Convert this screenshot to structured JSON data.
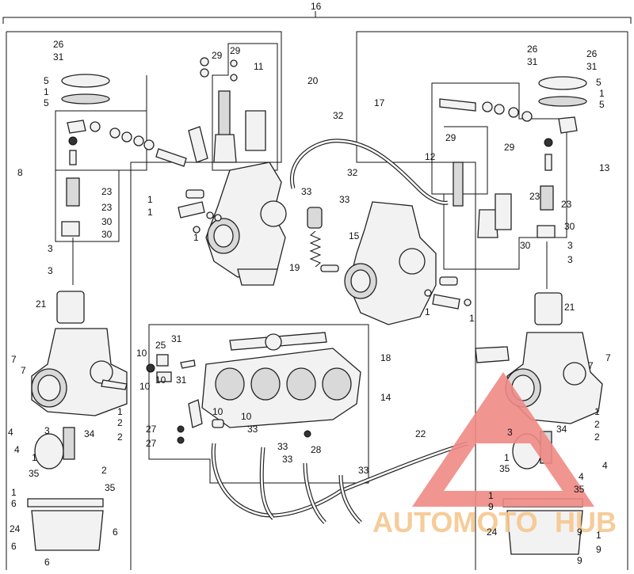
{
  "assembly_label": "16",
  "left_carb": {
    "labels": [
      "26",
      "31",
      "5",
      "1",
      "5",
      "8",
      "23",
      "23",
      "30",
      "30",
      "3",
      "3",
      "21",
      "7",
      "7",
      "4",
      "4",
      "1",
      "3",
      "34",
      "1",
      "2",
      "2",
      "2",
      "35",
      "35",
      "1",
      "6",
      "24",
      "6",
      "6",
      "6"
    ]
  },
  "left_link": {
    "labels": [
      "29",
      "29",
      "11",
      "20",
      "1",
      "1",
      "1",
      "19"
    ]
  },
  "hose_group": {
    "labels": [
      "32",
      "32",
      "33",
      "33",
      "15"
    ]
  },
  "right_link": {
    "labels": [
      "17",
      "12",
      "29",
      "29",
      "23",
      "30",
      "3",
      "3",
      "1",
      "1",
      "18"
    ]
  },
  "right_carb": {
    "labels": [
      "26",
      "31",
      "26",
      "31",
      "5",
      "1",
      "5",
      "13",
      "23",
      "30",
      "21",
      "7",
      "7",
      "1",
      "2",
      "3",
      "34",
      "2",
      "1",
      "4",
      "35",
      "4",
      "35",
      "1",
      "9",
      "24",
      "9",
      "1",
      "9",
      "9"
    ]
  },
  "manifold": {
    "labels": [
      "10",
      "25",
      "31",
      "10",
      "10",
      "31",
      "14",
      "10",
      "10",
      "27",
      "27",
      "33",
      "33",
      "33",
      "28",
      "22",
      "33"
    ]
  },
  "watermark": {
    "text_a": "AUTOMOTO",
    "text_b": "HUB",
    "color_orange": "#f6c78e",
    "color_red": "#f08a86"
  }
}
